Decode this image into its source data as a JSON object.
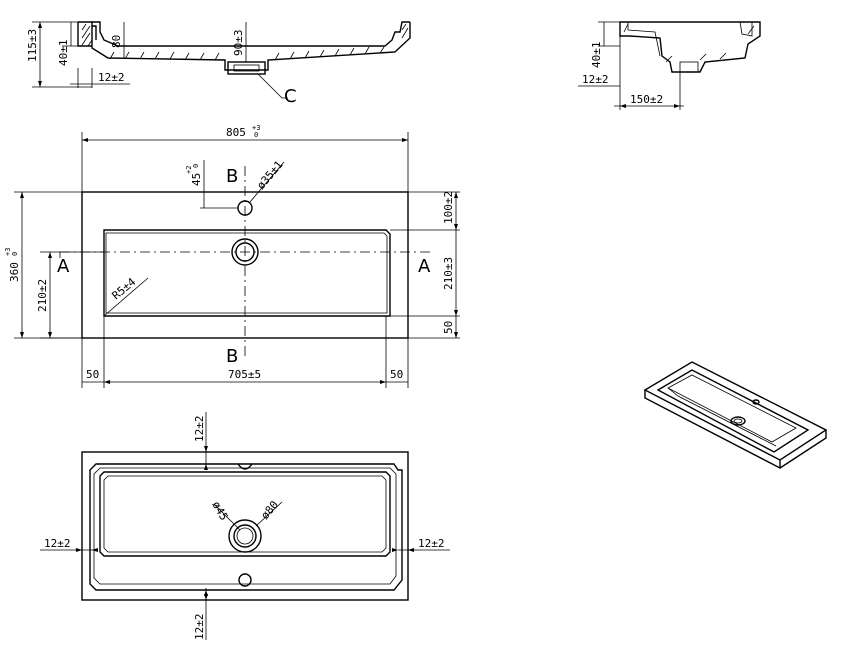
{
  "side_view": {
    "dim_height": "115±3",
    "dim_rim": "40±1",
    "dim_depth": "80",
    "dim_waste": "90±3",
    "dim_edge": "12±2",
    "detail_label": "C"
  },
  "end_view": {
    "dim_rim": "40±1",
    "dim_edge": "12±2",
    "dim_width": "150±2"
  },
  "top_view": {
    "dim_width_main": "805",
    "dim_width_sup": "+3",
    "dim_width_sub": "0",
    "dim_height_main": "360",
    "dim_height_sup": "+3",
    "dim_height_sub": "0",
    "dim_taphole_main": "45",
    "dim_taphole_sup": "+2",
    "dim_taphole_sub": "0",
    "dim_taphole_dia": "ø35±1",
    "dim_bowl_depth": "210±2",
    "dim_bowl_depth_r": "210±3",
    "dim_top_margin": "100±2",
    "dim_bottom_margin": "50",
    "dim_left_margin": "50",
    "dim_right_margin": "50",
    "dim_bowl_width": "705±5",
    "dim_radius": "R5±4",
    "section_a_left": "A",
    "section_a_right": "A",
    "section_b_top": "B",
    "section_b_bottom": "B"
  },
  "bottom_view": {
    "dim_top": "12±2",
    "dim_bottom": "12±2",
    "dim_left": "12±2",
    "dim_right": "12±2",
    "dim_waste_inner": "ø45",
    "dim_waste_outer": "ø80"
  }
}
